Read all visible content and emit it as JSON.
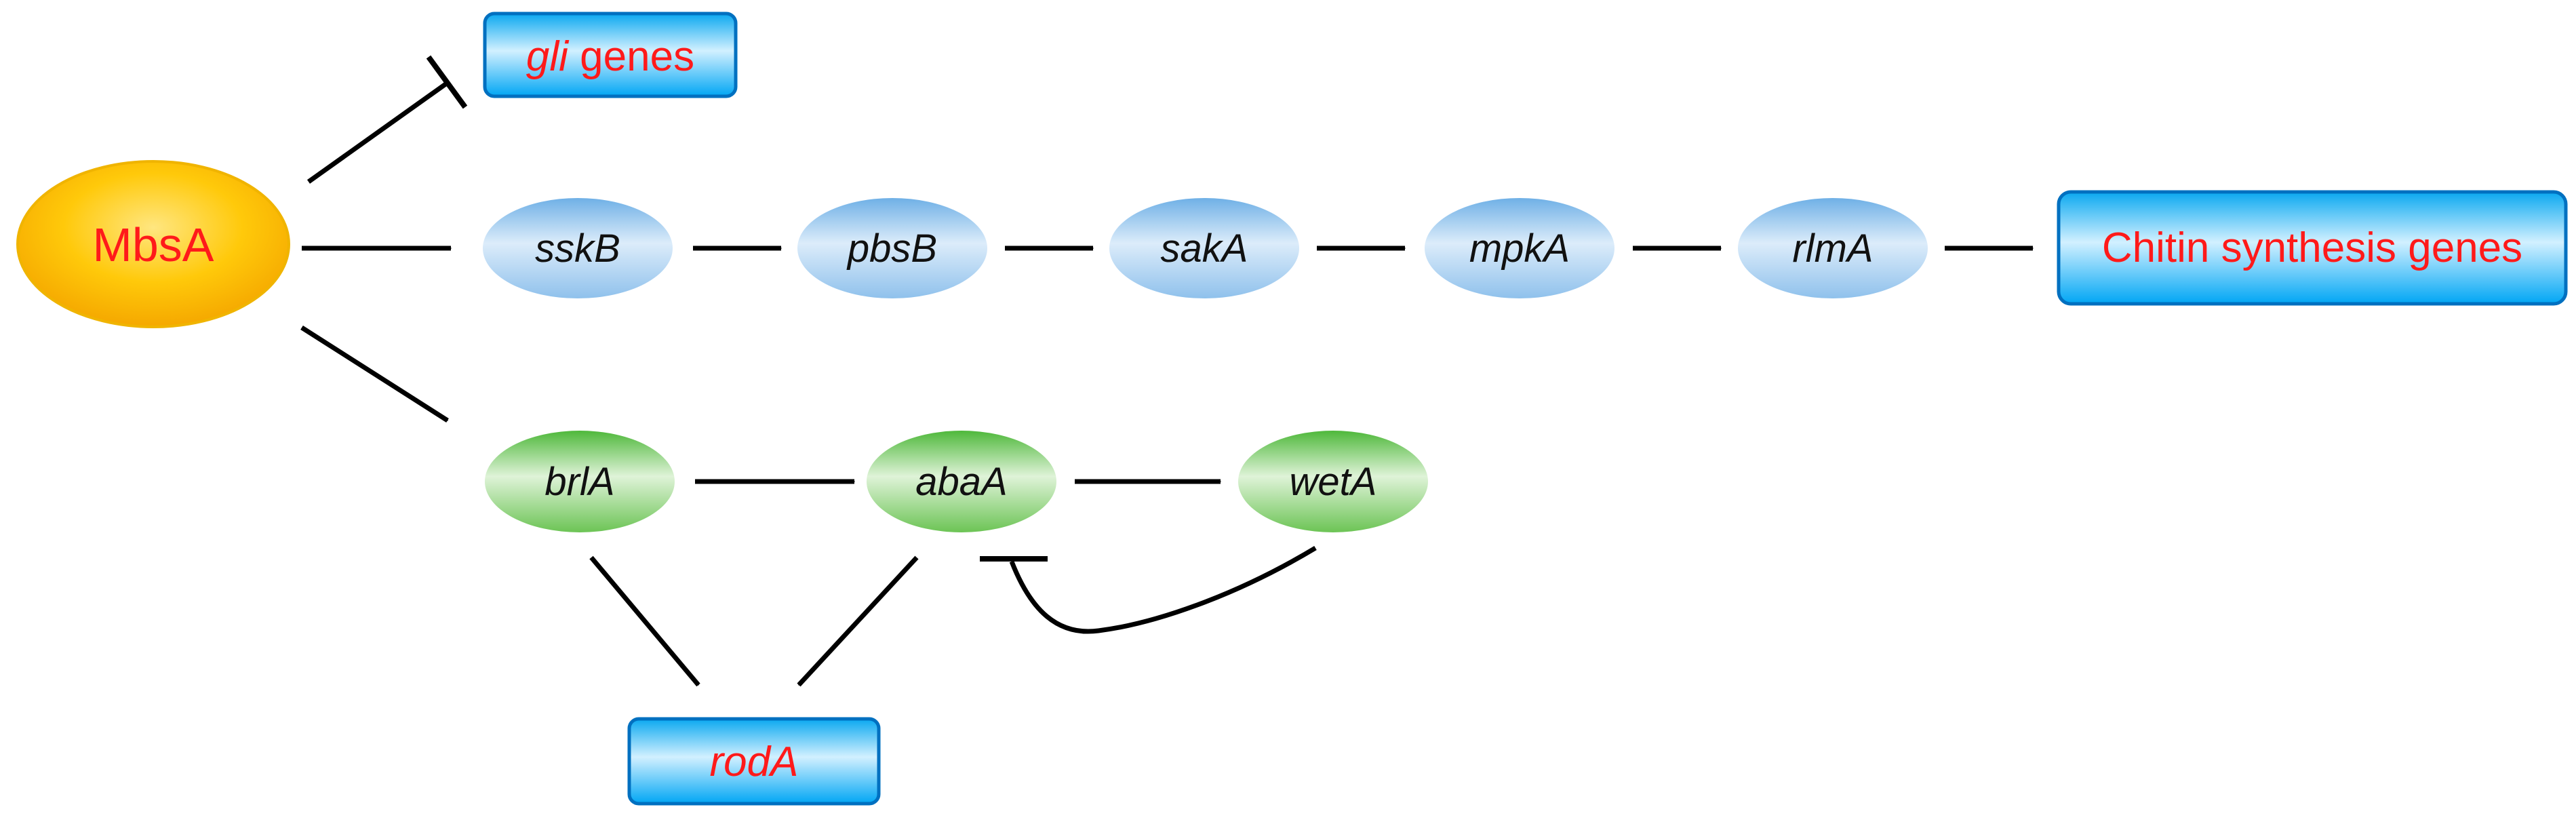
{
  "regulator": {
    "label": "MbsA"
  },
  "targets": {
    "gli": {
      "italic_part": "gli",
      "rest": " genes"
    },
    "chitin": {
      "label": "Chitin synthesis genes"
    },
    "rod": {
      "label": "rodA"
    }
  },
  "hog_pathway": [
    "sskB",
    "pbsB",
    "sakA",
    "mpkA",
    "rlmA"
  ],
  "conidiation_pathway": [
    "brlA",
    "abaA",
    "wetA"
  ],
  "colors": {
    "regulator_fill": "#ffc000",
    "regulator_text": "#ff1a1a",
    "blue_node": "#9cc9ef",
    "green_node": "#7fcc64",
    "target_box": "#00b8ff",
    "target_border": "#0070c0",
    "target_text": "#ff1a1a",
    "arrow": "#000000"
  }
}
